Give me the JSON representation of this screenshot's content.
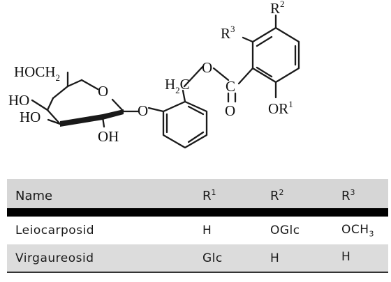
{
  "structure": {
    "labels": {
      "hoch2": "HOCH",
      "hoch2_sub": "2",
      "ho_top": "HO",
      "ho_bottom": "HO",
      "ring_o": "O",
      "oh": "OH",
      "glyco_o": "O",
      "ch2_h": "H",
      "ch2_sub": "2",
      "ch2_c": "C",
      "ester_o": "O",
      "carbonyl_c": "C",
      "carbonyl_o": "O",
      "r2": "R",
      "r2_sup": "2",
      "r3": "R",
      "r3_sup": "3",
      "or1": "OR",
      "or1_sup": "1"
    }
  },
  "table": {
    "headers": {
      "name": "Name",
      "r1": "R",
      "r1_sup": "1",
      "r2": "R",
      "r2_sup": "2",
      "r3": "R",
      "r3_sup": "3"
    },
    "rows": [
      {
        "name": "Leiocarposid",
        "r1": "H",
        "r2": "OGlc",
        "r3": "OCH",
        "r3_sub": "3"
      },
      {
        "name": "Virgaureosid",
        "r1": "Glc",
        "r2": "H",
        "r3": "H",
        "r3_sub": ""
      }
    ]
  }
}
